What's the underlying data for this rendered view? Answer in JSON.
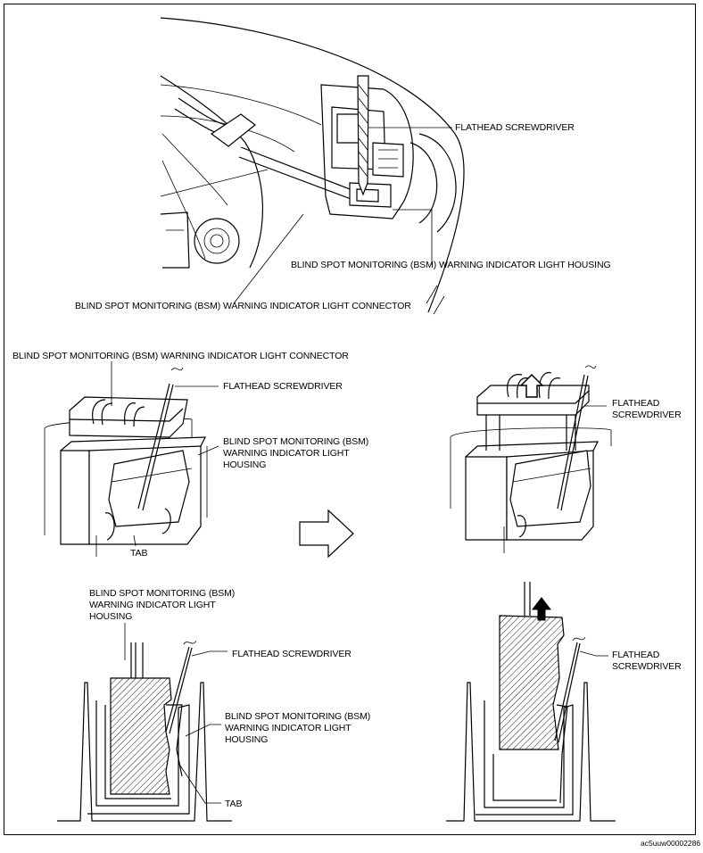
{
  "figure": {
    "top": {
      "screwdriver": "FLATHEAD SCREWDRIVER",
      "housing": "BLIND SPOT MONITORING (BSM) WARNING INDICATOR LIGHT HOUSING",
      "connector": "BLIND SPOT MONITORING (BSM) WARNING INDICATOR LIGHT CONNECTOR"
    },
    "middle_left": {
      "connector": "BLIND SPOT MONITORING (BSM) WARNING INDICATOR LIGHT CONNECTOR",
      "screwdriver": "FLATHEAD SCREWDRIVER",
      "housing_line1": "BLIND SPOT MONITORING (BSM)",
      "housing_line2": "WARNING INDICATOR LIGHT",
      "housing_line3": "HOUSING",
      "tab": "TAB"
    },
    "middle_right": {
      "screwdriver_line1": "FLATHEAD",
      "screwdriver_line2": "SCREWDRIVER"
    },
    "bottom_left": {
      "housing_top_line1": "BLIND SPOT MONITORING (BSM)",
      "housing_top_line2": "WARNING INDICATOR LIGHT",
      "housing_top_line3": "HOUSING",
      "screwdriver": "FLATHEAD SCREWDRIVER",
      "housing_line1": "BLIND SPOT MONITORING (BSM)",
      "housing_line2": "WARNING INDICATOR LIGHT",
      "housing_line3": "HOUSING",
      "tab": "TAB"
    },
    "bottom_right": {
      "screwdriver_line1": "FLATHEAD",
      "screwdriver_line2": "SCREWDRIVER"
    },
    "reference_code": "ac5uuw00002286"
  }
}
